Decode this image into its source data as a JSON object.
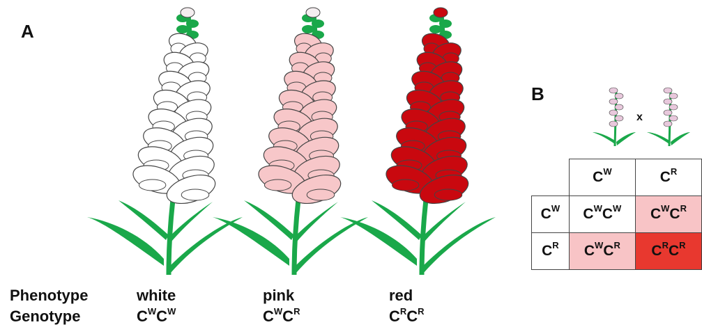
{
  "panel_a_label": "A",
  "panel_b_label": "B",
  "row_labels": {
    "phenotype": "Phenotype",
    "genotype": "Genotype"
  },
  "plants": [
    {
      "phenotype": "white",
      "genotype": {
        "a1": "C",
        "s1": "W",
        "a2": "C",
        "s2": "W"
      },
      "flower_color": "#ffffff"
    },
    {
      "phenotype": "pink",
      "genotype": {
        "a1": "C",
        "s1": "W",
        "a2": "C",
        "s2": "R"
      },
      "flower_color": "#f7c7c9"
    },
    {
      "phenotype": "red",
      "genotype": {
        "a1": "C",
        "s1": "R",
        "a2": "C",
        "s2": "R"
      },
      "flower_color": "#c9080f"
    }
  ],
  "cross_symbol": "x",
  "punnett": {
    "col_headers": [
      {
        "base": "C",
        "sup": "W"
      },
      {
        "base": "C",
        "sup": "R"
      }
    ],
    "row_headers": [
      {
        "base": "C",
        "sup": "W"
      },
      {
        "base": "C",
        "sup": "R"
      }
    ],
    "cells": [
      [
        {
          "a1": "C",
          "s1": "W",
          "a2": "C",
          "s2": "W",
          "fill": "#ffffff"
        },
        {
          "a1": "C",
          "s1": "W",
          "a2": "C",
          "s2": "R",
          "fill": "#f8c4c6"
        }
      ],
      [
        {
          "a1": "C",
          "s1": "W",
          "a2": "C",
          "s2": "R",
          "fill": "#f8c4c6"
        },
        {
          "a1": "C",
          "s1": "R",
          "a2": "C",
          "s2": "R",
          "fill": "#e8382f"
        }
      ]
    ]
  },
  "colors": {
    "stem_green": "#1aa84a",
    "outline": "#444444",
    "cross_icon_flower": "#e8c8dc"
  }
}
